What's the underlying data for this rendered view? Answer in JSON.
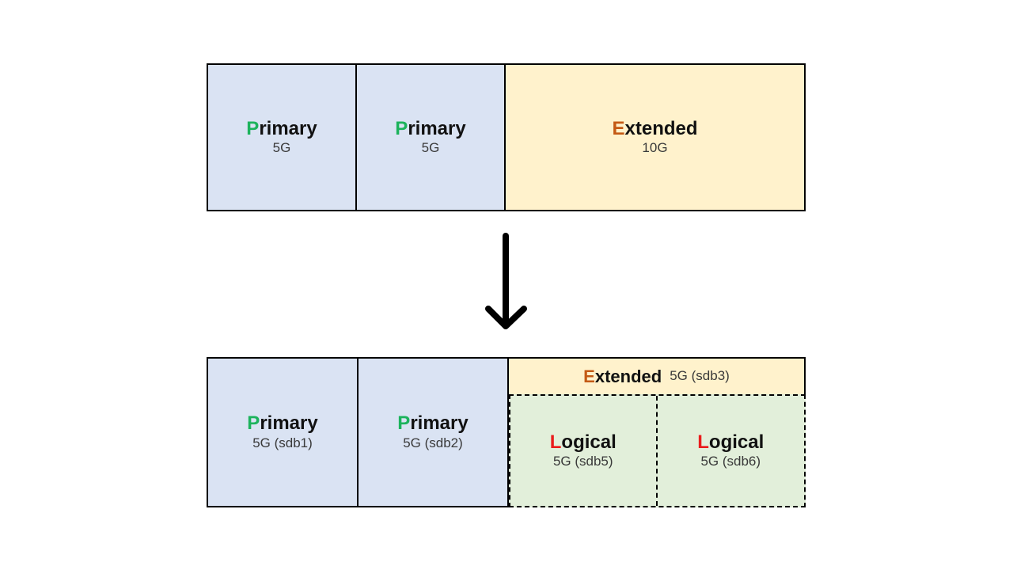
{
  "diagram": {
    "description": "Disk partitioning before/after diagram",
    "before": {
      "partitions": [
        {
          "name": "primary-1",
          "initial": "P",
          "rest": "rimary",
          "size": "5G"
        },
        {
          "name": "primary-2",
          "initial": "P",
          "rest": "rimary",
          "size": "5G"
        },
        {
          "name": "extended",
          "initial": "E",
          "rest": "xtended",
          "size": "10G"
        }
      ]
    },
    "arrow": {
      "icon": "down-arrow",
      "glyph": "↓"
    },
    "after": {
      "primaries": [
        {
          "name": "primary-sdb1",
          "initial": "P",
          "rest": "rimary",
          "size": "5G (sdb1)"
        },
        {
          "name": "primary-sdb2",
          "initial": "P",
          "rest": "rimary",
          "size": "5G (sdb2)"
        }
      ],
      "extended": {
        "name": "extended-sdb3",
        "initial": "E",
        "rest": "xtended",
        "size": "5G (sdb3)"
      },
      "logicals": [
        {
          "name": "logical-sdb5",
          "initial": "L",
          "rest": "ogical",
          "size": "5G (sdb5)"
        },
        {
          "name": "logical-sdb6",
          "initial": "L",
          "rest": "ogical",
          "size": "5G (sdb6)"
        }
      ]
    },
    "colors": {
      "primary_bg": "#dae3f3",
      "extended_bg": "#fff2cc",
      "logical_bg": "#e2efda",
      "primary_initial": "#1cb35c",
      "extended_initial": "#c45a14",
      "logical_initial": "#ea1c1c",
      "border": "#000000",
      "background": "#ffffff"
    }
  }
}
